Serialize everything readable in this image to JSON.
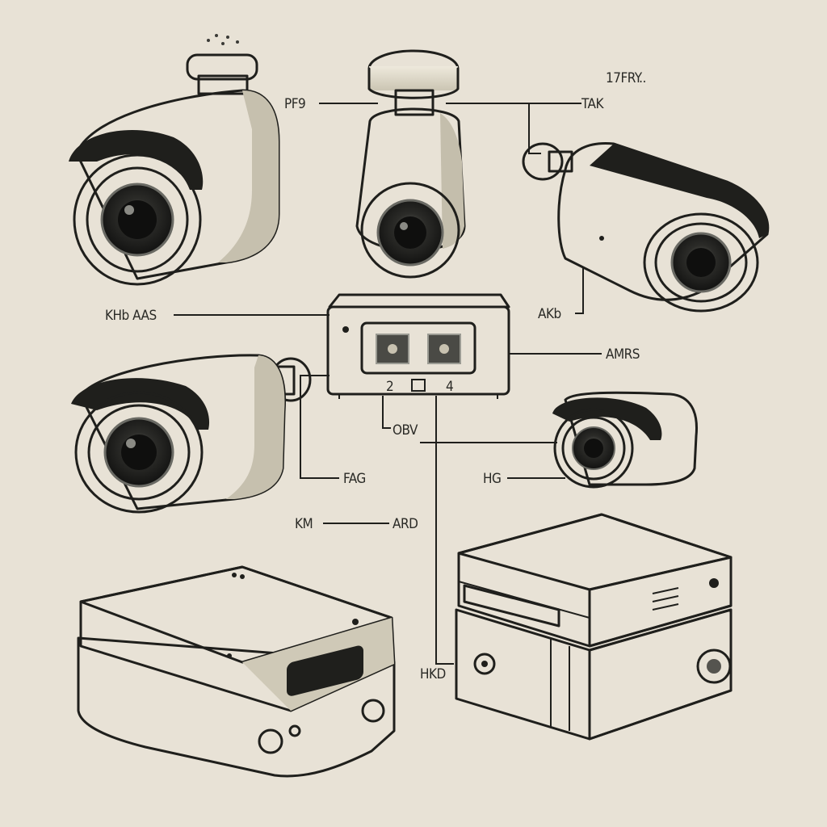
{
  "labels": {
    "cam1_tag": "PF9",
    "cam2_tag": "TAK",
    "corner_tag": "17FRY..",
    "hub_left": "KHb AAS",
    "cam3_tag": "AKb",
    "hub_right": "AMRS",
    "hub_port_a": "2",
    "hub_port_b": "4",
    "hub_bottom": "OBV",
    "cam4_tag": "FAG",
    "cam5_tag": "HG",
    "link_left": "KM",
    "link_right": "ARD",
    "nvr_tag": "HKD"
  },
  "colors": {
    "paper": "#e8e2d6",
    "ink": "#1f1f1c",
    "housing": "#ddd7c6",
    "housing_shade": "#b9b3a2",
    "lens": "#3a3a36",
    "dark_unit": "#5d5c56"
  },
  "icons": [
    "bullet-camera-icon",
    "dome-camera-icon",
    "network-hub-icon",
    "nvr-recorder-icon",
    "server-box-icon"
  ]
}
